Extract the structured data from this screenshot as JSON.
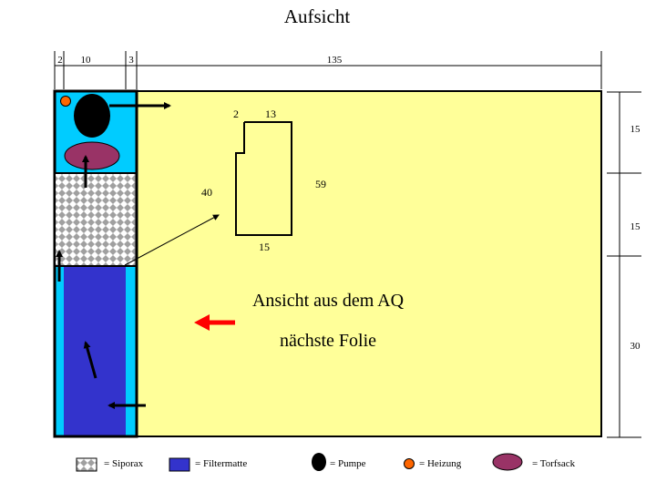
{
  "title": "Aufsicht",
  "dims_top": [
    "2",
    "10",
    "3",
    "135"
  ],
  "dims_right": [
    "15",
    "15",
    "30"
  ],
  "cutout": {
    "d2": "2",
    "d13": "13",
    "d40": "40",
    "d59": "59",
    "d15": "15"
  },
  "main_text": [
    "Ansicht aus dem AQ",
    "nächste Folie"
  ],
  "legend": [
    {
      "icon": "siporax-swatch",
      "label": "= Siporax"
    },
    {
      "icon": "filtermatte-swatch",
      "label": "= Filtermatte"
    },
    {
      "icon": "pump-icon",
      "label": "= Pumpe"
    },
    {
      "icon": "heater-icon",
      "label": "= Heizung"
    },
    {
      "icon": "peat-bag-icon",
      "label": "= Torfsack"
    }
  ],
  "colors": {
    "tank": "#ffff99",
    "filter_water": "#00ccff",
    "filtermatte": "#3333cc",
    "pump": "#000000",
    "heater": "#ff6600",
    "torfsack": "#993366",
    "arrow_red": "#ff0000"
  }
}
